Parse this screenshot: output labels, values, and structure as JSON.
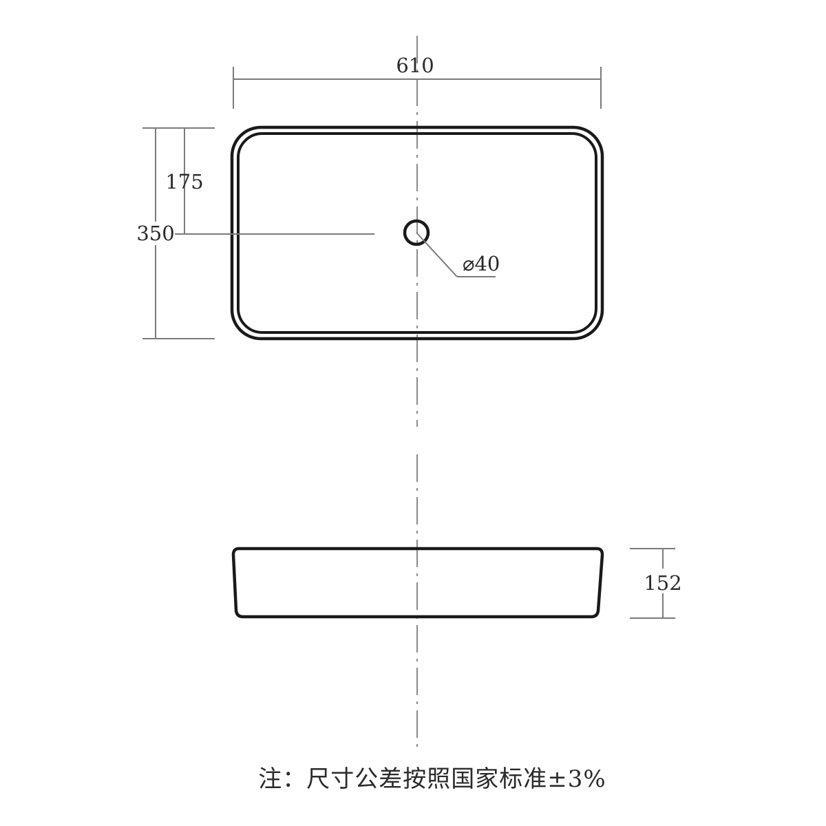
{
  "dimensions": {
    "width": "610",
    "depth": "350",
    "drain_offset": "175",
    "drain_diameter": "⌀40",
    "height": "152"
  },
  "note": "注：尺寸公差按照国家标准±3%",
  "colors": {
    "outline": "#1a1a1a",
    "dimension": "#7a7a7a",
    "text": "#2a2a2a",
    "background": "#ffffff"
  }
}
